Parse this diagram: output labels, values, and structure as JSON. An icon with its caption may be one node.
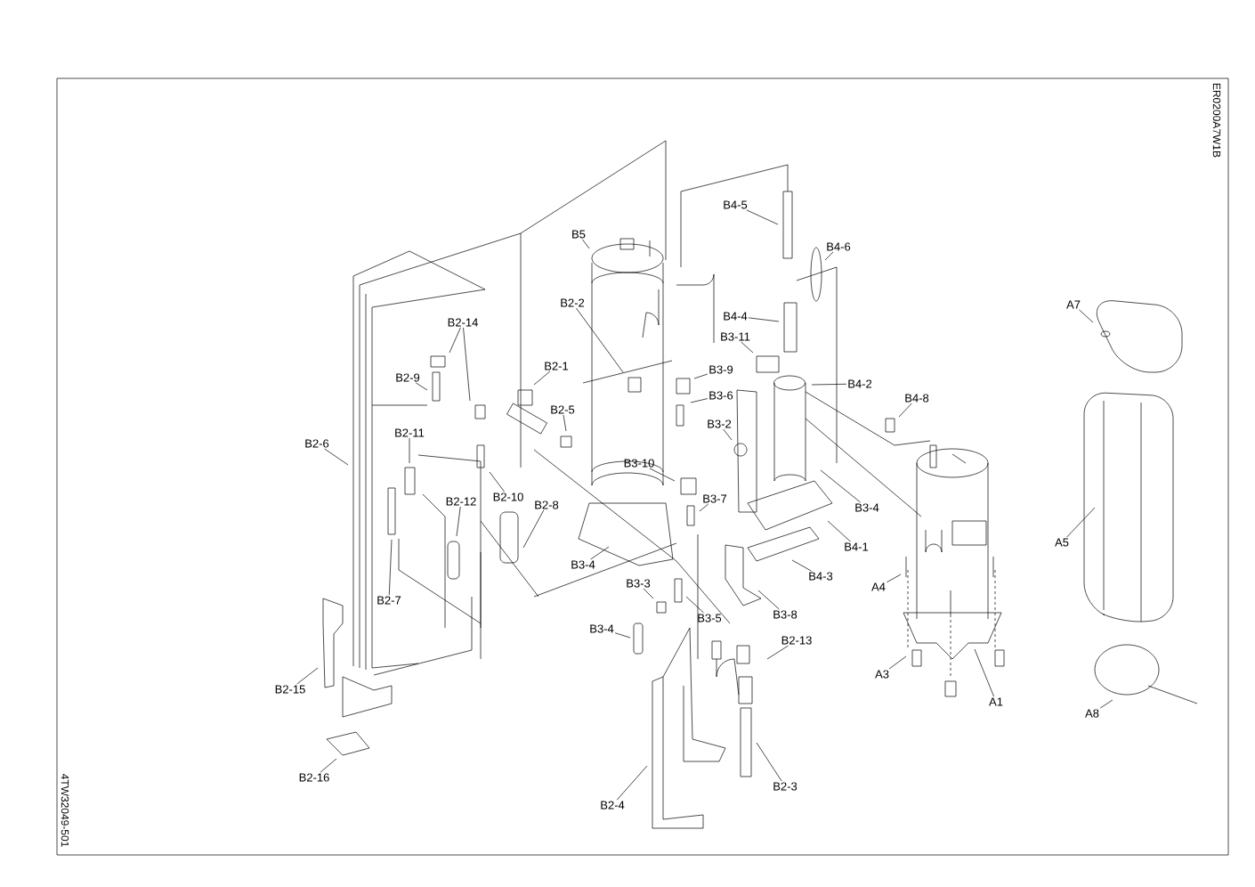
{
  "diagram": {
    "nodes": [
      {
        "text": [
          "B4-5"
        ]
      },
      {
        "text": [
          "B5"
        ]
      },
      {
        "text": [
          "B4-6"
        ]
      },
      {
        "text": [
          "B2-2"
        ]
      },
      {
        "text": [
          "A7"
        ]
      },
      {
        "text": [
          "B4-4"
        ]
      },
      {
        "text": [
          "B2-14"
        ]
      },
      {
        "text": [
          "B3-11"
        ]
      },
      {
        "text": [
          "B2-1"
        ]
      },
      {
        "text": [
          "B3-9"
        ]
      },
      {
        "text": [
          "B2-9"
        ]
      },
      {
        "text": [
          "B4-2"
        ]
      },
      {
        "text": [
          "B3-6"
        ]
      },
      {
        "text": [
          "B4-8"
        ]
      },
      {
        "text": [
          "B2-5"
        ]
      },
      {
        "text": [
          "B3-2"
        ]
      },
      {
        "text": [
          "B2-11"
        ]
      },
      {
        "text": [
          "B2-6"
        ]
      },
      {
        "text": [
          "B3-10"
        ]
      },
      {
        "text": [
          "B2-10"
        ]
      },
      {
        "text": [
          "B3-7"
        ]
      },
      {
        "text": [
          "B2-12"
        ]
      },
      {
        "text": [
          "B2-8"
        ]
      },
      {
        "text": [
          "B3-4"
        ]
      },
      {
        "text": [
          "A5"
        ]
      },
      {
        "text": [
          "B4-1"
        ]
      },
      {
        "text": [
          "B3-4"
        ]
      },
      {
        "text": [
          "B4-3"
        ]
      },
      {
        "text": [
          "B3-3"
        ]
      },
      {
        "text": [
          "A4"
        ]
      },
      {
        "text": [
          "B2-7"
        ]
      },
      {
        "text": [
          "B3-8"
        ]
      },
      {
        "text": [
          "B3-5"
        ]
      },
      {
        "text": [
          "B3-4"
        ]
      },
      {
        "text": [
          "B2-13"
        ]
      },
      {
        "text": [
          "A3"
        ]
      },
      {
        "text": [
          "B2-15"
        ]
      },
      {
        "text": [
          "A1"
        ]
      },
      {
        "text": [
          "A8"
        ]
      },
      {
        "text": [
          "B2-16"
        ]
      },
      {
        "text": [
          "B2-3"
        ]
      },
      {
        "text": [
          "B2-4"
        ]
      }
    ],
    "edges": [
      {
        "from": 0,
        "to": null,
        "arrow": "none"
      },
      {
        "from": 1,
        "to": null,
        "arrow": "none"
      },
      {
        "from": 2,
        "to": null,
        "arrow": "none"
      },
      {
        "from": 3,
        "to": null,
        "arrow": "none"
      },
      {
        "from": 4,
        "to": null,
        "arrow": "none"
      },
      {
        "from": 5,
        "to": null,
        "arrow": "none"
      },
      {
        "from": 6,
        "to": null,
        "arrow": "none"
      },
      {
        "from": 6,
        "to": null,
        "arrow": "none"
      },
      {
        "from": 7,
        "to": null,
        "arrow": "none"
      },
      {
        "from": 8,
        "to": null,
        "arrow": "none"
      },
      {
        "from": 9,
        "to": null,
        "arrow": "none"
      },
      {
        "from": 10,
        "to": null,
        "arrow": "none"
      },
      {
        "from": 11,
        "to": null,
        "arrow": "none"
      },
      {
        "from": 12,
        "to": null,
        "arrow": "none"
      },
      {
        "from": 13,
        "to": null,
        "arrow": "none"
      },
      {
        "from": 14,
        "to": null,
        "arrow": "none"
      },
      {
        "from": 15,
        "to": null,
        "arrow": "none"
      },
      {
        "from": 16,
        "to": null,
        "arrow": "none"
      },
      {
        "from": 17,
        "to": null,
        "arrow": "none"
      },
      {
        "from": 18,
        "to": null,
        "arrow": "none"
      },
      {
        "from": 19,
        "to": null,
        "arrow": "none"
      },
      {
        "from": 20,
        "to": null,
        "arrow": "none"
      },
      {
        "from": 21,
        "to": null,
        "arrow": "none"
      },
      {
        "from": 22,
        "to": null,
        "arrow": "none"
      },
      {
        "from": 23,
        "to": null,
        "arrow": "none"
      },
      {
        "from": 24,
        "to": null,
        "arrow": "none"
      },
      {
        "from": 25,
        "to": null,
        "arrow": "none"
      },
      {
        "from": 26,
        "to": null,
        "arrow": "none"
      },
      {
        "from": 27,
        "to": null,
        "arrow": "none"
      },
      {
        "from": 28,
        "to": null,
        "arrow": "none"
      },
      {
        "from": 29,
        "to": null,
        "arrow": "none"
      },
      {
        "from": 30,
        "to": null,
        "arrow": "none"
      },
      {
        "from": 31,
        "to": null,
        "arrow": "none"
      },
      {
        "from": 32,
        "to": null,
        "arrow": "none"
      },
      {
        "from": 33,
        "to": null,
        "arrow": "none"
      },
      {
        "from": 34,
        "to": null,
        "arrow": "none"
      },
      {
        "from": 35,
        "to": null,
        "arrow": "none"
      },
      {
        "from": 36,
        "to": null,
        "arrow": "none"
      },
      {
        "from": 37,
        "to": null,
        "arrow": "none"
      },
      {
        "from": 38,
        "to": null,
        "arrow": "none"
      },
      {
        "from": 39,
        "to": null,
        "arrow": "none"
      },
      {
        "from": 40,
        "to": null,
        "arrow": "none"
      },
      {
        "from": 41,
        "to": null,
        "arrow": "none"
      }
    ],
    "labels": [
      "ER0200A7W1B",
      "4TW32049-501"
    ]
  }
}
